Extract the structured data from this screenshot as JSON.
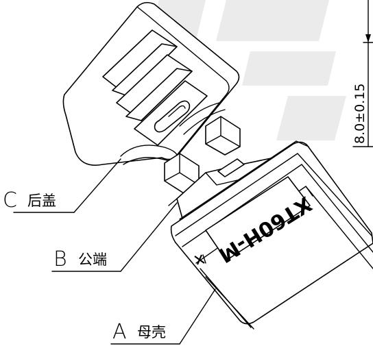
{
  "labels": {
    "c": {
      "letter": "C",
      "text": "后盖"
    },
    "b": {
      "letter": "B",
      "text": "公端"
    },
    "a": {
      "letter": "A",
      "text": "母壳"
    }
  },
  "dimension": {
    "text": "8.0±0.15"
  },
  "part_marking": {
    "text": "XT60H-M"
  }
}
